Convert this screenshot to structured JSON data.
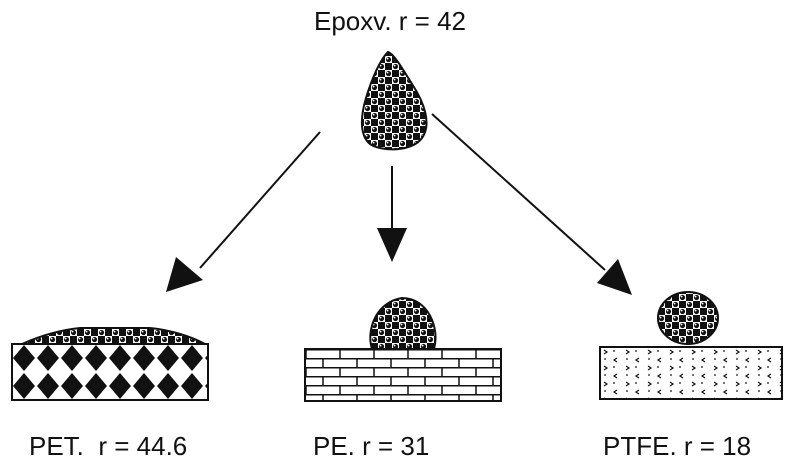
{
  "source": {
    "label": "Epoxv. r = 42"
  },
  "substrates": [
    {
      "label": "PET.  r = 44.6",
      "pattern": "diamond-grid"
    },
    {
      "label": "PE. r = 31",
      "pattern": "brick-wall"
    },
    {
      "label": "PTFE. r = 18",
      "pattern": "dots-chevrons"
    }
  ],
  "colors": {
    "ink": "#111111",
    "background": "#ffffff"
  }
}
